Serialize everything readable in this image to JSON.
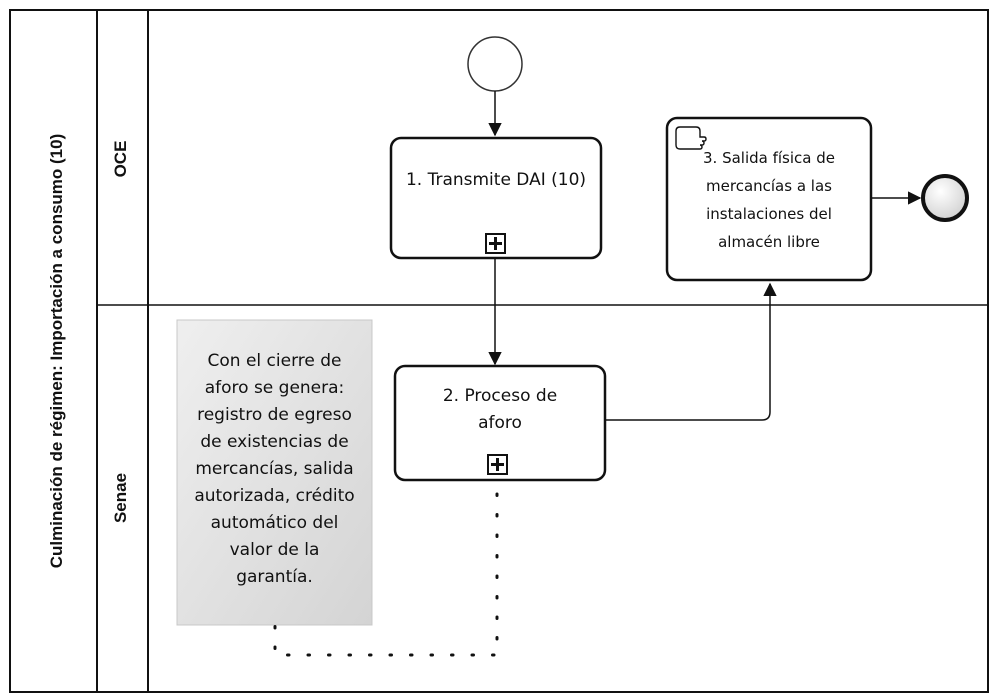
{
  "pool": {
    "title": "Culminación de régimen: Importación a consumo (10)"
  },
  "lanes": [
    {
      "title": "OCE"
    },
    {
      "title": "Senae"
    }
  ],
  "tasks": {
    "t1": {
      "label": "1. Transmite DAI (10)",
      "marker": "subprocess-plus-icon"
    },
    "t2": {
      "label_line1": "2.  Proceso de",
      "label_line2": "aforo",
      "marker": "subprocess-plus-icon"
    },
    "t3": {
      "label_line1": "3. Salida física de",
      "label_line2": "mercancías a las",
      "label_line3": "instalaciones del",
      "label_line4": "almacén libre",
      "marker": "manual-task-icon"
    }
  },
  "annotation": {
    "lines": [
      "Con el cierre de",
      "aforo se genera:",
      "registro de egreso",
      "de existencias de",
      "mercancías, salida",
      "autorizada, crédito",
      "automático del",
      "valor de la",
      "garantía."
    ]
  },
  "events": {
    "start": "start-event",
    "end": "end-event"
  }
}
